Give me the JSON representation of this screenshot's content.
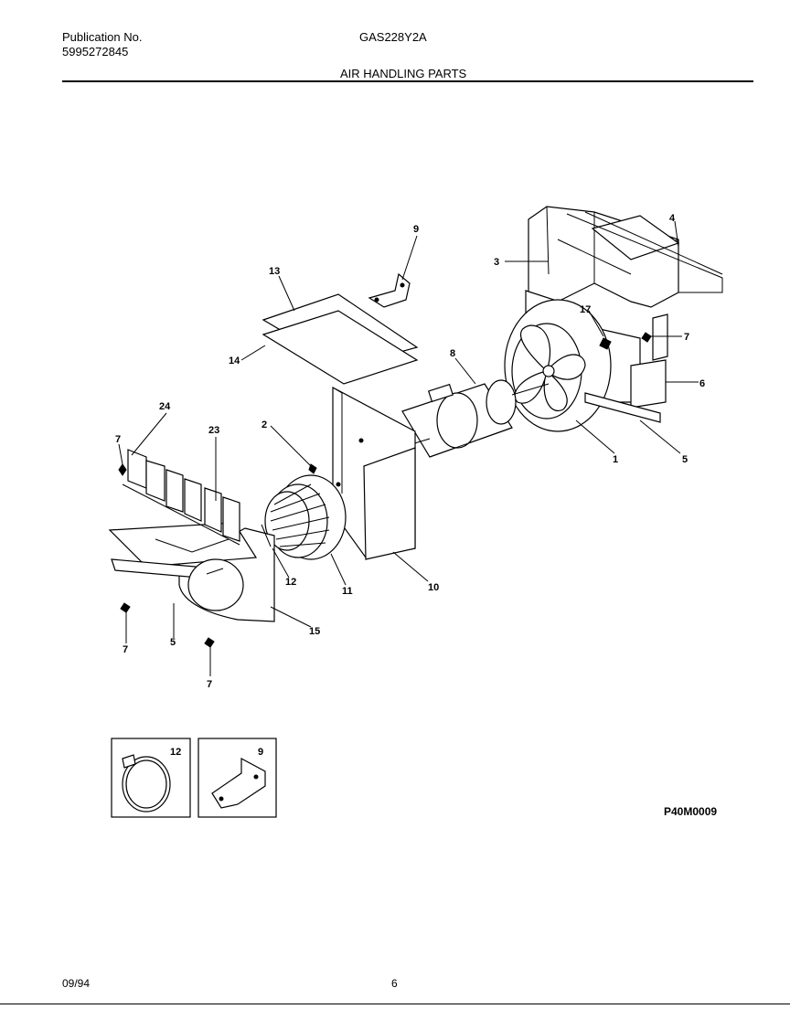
{
  "header": {
    "publication_label": "Publication No.",
    "publication_number": "5995272845",
    "model": "GAS228Y2A",
    "section_title": "AIR HANDLING PARTS"
  },
  "diagram": {
    "code": "P40M0009",
    "callouts": [
      "1",
      "2",
      "3",
      "4",
      "5",
      "5",
      "6",
      "7",
      "7",
      "7",
      "7",
      "8",
      "9",
      "10",
      "11",
      "12",
      "13",
      "14",
      "15",
      "17",
      "23",
      "24"
    ],
    "detail_boxes": [
      {
        "label": "12"
      },
      {
        "label": "9"
      }
    ]
  },
  "footer": {
    "date": "09/94",
    "page": "6"
  }
}
